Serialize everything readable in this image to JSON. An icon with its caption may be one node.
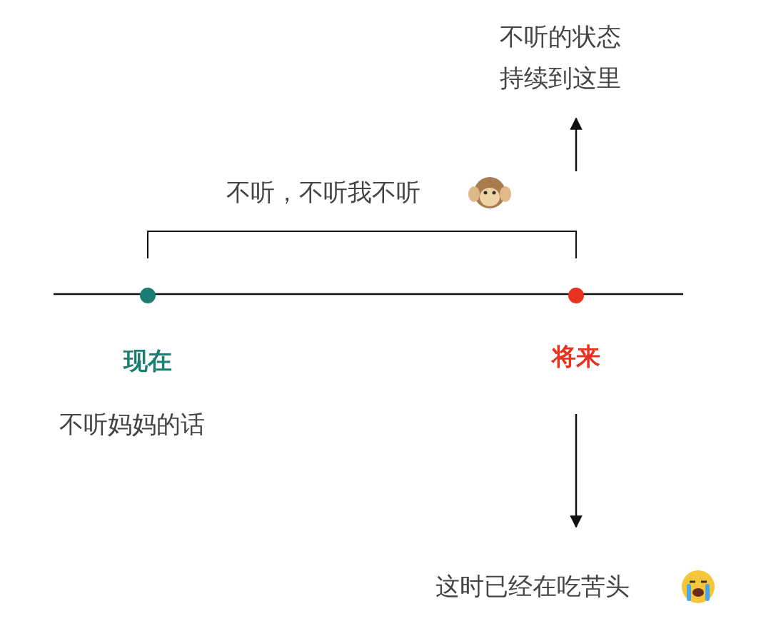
{
  "diagram": {
    "nodes": [
      {
        "text": [
          "不听，不听我不听"
        ]
      },
      {
        "text": [
          "不听的状态持续到这里"
        ]
      },
      {
        "text": [
          "这时已经在吃苦头"
        ]
      }
    ],
    "edges": [
      {
        "from": 0,
        "to": 1,
        "arrow": "to"
      },
      {
        "from": null,
        "to": 2,
        "arrow": "to"
      }
    ],
    "labels": [
      "现在",
      "将来",
      "不听妈妈的话"
    ]
  }
}
